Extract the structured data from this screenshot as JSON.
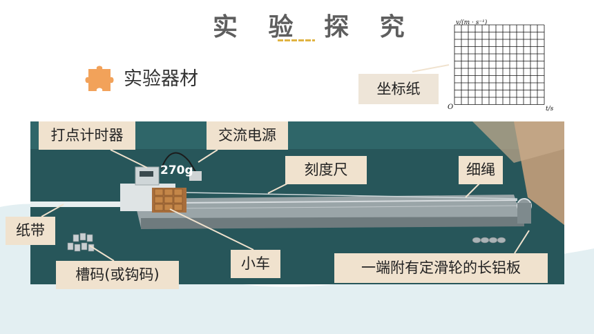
{
  "header": {
    "title": "实 验 探 究"
  },
  "section": {
    "label": "实验器材",
    "icon": "puzzle-icon"
  },
  "graph": {
    "y_axis_label": "v/(m · s⁻¹)",
    "x_axis_label": "t/s",
    "origin_label": "O"
  },
  "photo": {
    "mass_label": "270g"
  },
  "callouts": {
    "graph_paper": "坐标纸",
    "timer": "打点计时器",
    "power": "交流电源",
    "ruler": "刻度尺",
    "string": "细绳",
    "tape": "纸带",
    "cart": "小车",
    "weights": "槽码(或钩码)",
    "board": "一端附有定滑轮的长铝板"
  },
  "colors": {
    "accent": "#f2a25a",
    "callout_bg": "#f0e2ce",
    "photo_bg": "#244f52",
    "wave": "#e3eff2"
  }
}
